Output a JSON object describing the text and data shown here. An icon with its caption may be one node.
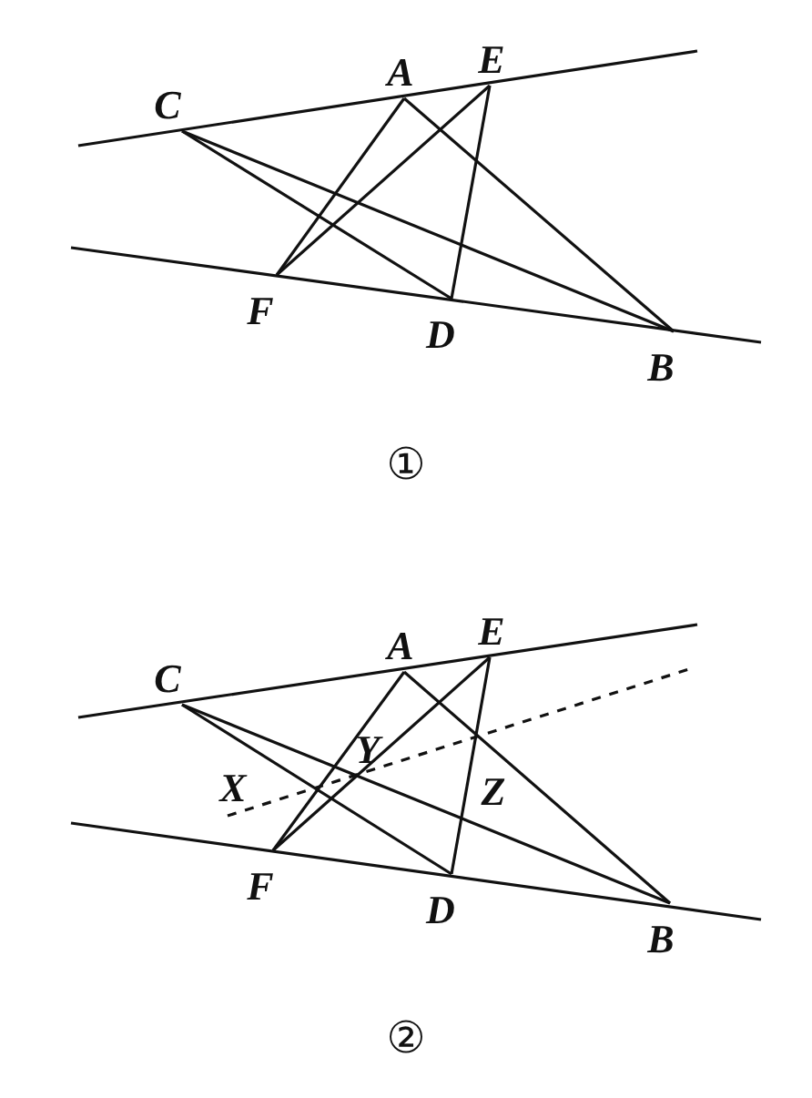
{
  "diagram": {
    "nodes": [
      {
        "text": [
          "C"
        ]
      },
      {
        "text": [
          "A"
        ]
      },
      {
        "text": [
          "E"
        ]
      },
      {
        "text": [
          "F"
        ]
      },
      {
        "text": [
          "D"
        ]
      },
      {
        "text": [
          "B"
        ]
      },
      {
        "text": [
          "C"
        ]
      },
      {
        "text": [
          "A"
        ]
      },
      {
        "text": [
          "E"
        ]
      },
      {
        "text": [
          "F"
        ]
      },
      {
        "text": [
          "D"
        ]
      },
      {
        "text": [
          "B"
        ]
      }
    ],
    "edges": [
      {
        "from": 0,
        "to": 4,
        "arrow": "none"
      },
      {
        "from": 0,
        "to": 5,
        "arrow": "none"
      },
      {
        "from": 1,
        "to": 3,
        "arrow": "none"
      },
      {
        "from": 1,
        "to": 5,
        "arrow": "none"
      },
      {
        "from": 2,
        "to": 3,
        "arrow": "none"
      },
      {
        "from": 2,
        "to": 4,
        "arrow": "none"
      },
      {
        "from": 6,
        "to": 10,
        "arrow": "none"
      },
      {
        "from": 6,
        "to": 11,
        "arrow": "none"
      },
      {
        "from": 7,
        "to": 9,
        "arrow": "none"
      },
      {
        "from": 7,
        "to": 11,
        "arrow": "none"
      },
      {
        "from": 8,
        "to": 9,
        "arrow": "none"
      },
      {
        "from": 8,
        "to": 10,
        "arrow": "none"
      }
    ],
    "labels": [
      "①",
      "Y",
      "X",
      "Z",
      "②"
    ]
  }
}
